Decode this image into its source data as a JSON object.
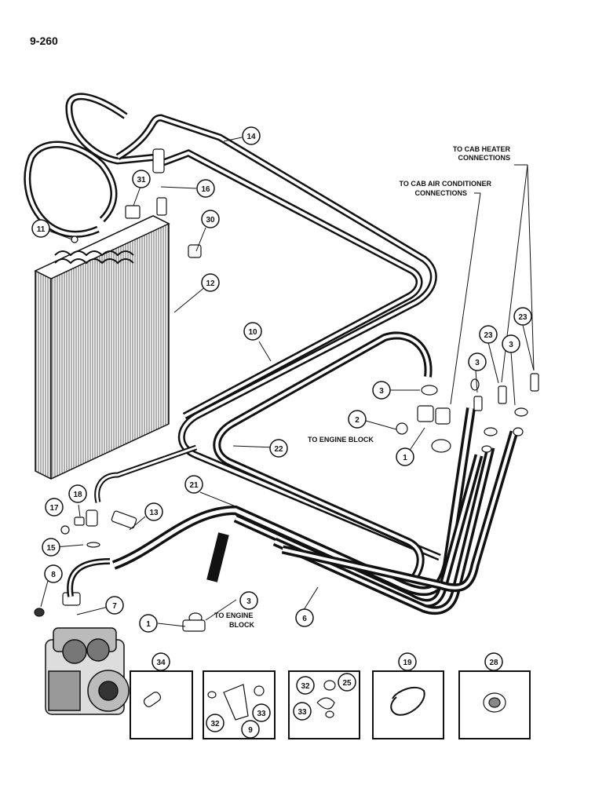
{
  "page_number": "9-260",
  "colors": {
    "ink": "#111111",
    "paper": "#ffffff",
    "shade": "#555555"
  },
  "labels": {
    "cab_heater": [
      "TO CAB HEATER",
      "CONNECTIONS"
    ],
    "cab_ac": [
      "TO CAB AIR CONDITIONER",
      "CONNECTIONS"
    ],
    "engine_block_upper": "TO ENGINE BLOCK",
    "engine_block_lower": [
      "TO ENGINE",
      "BLOCK"
    ]
  },
  "callouts": {
    "c14": "14",
    "c16": "16",
    "c31": "31",
    "c30": "30",
    "c11": "11",
    "c12": "12",
    "c10": "10",
    "c22": "22",
    "c21": "21",
    "c6": "6",
    "c13": "13",
    "c17": "17",
    "c18": "18",
    "c15": "15",
    "c8": "8",
    "c7": "7",
    "c1a": "1",
    "c1b": "1",
    "c2": "2",
    "c3a": "3",
    "c3b": "3",
    "c3c": "3",
    "c3d": "3",
    "c23a": "23",
    "c23b": "23",
    "c34": "34",
    "c32a": "32",
    "c9": "9",
    "c33a": "33",
    "c32b": "32",
    "c25": "25",
    "c33b": "33",
    "c19": "19",
    "c28": "28"
  }
}
